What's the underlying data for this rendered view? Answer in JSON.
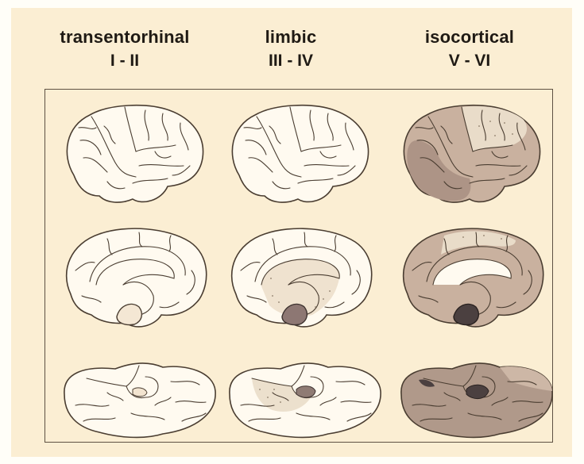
{
  "stages": [
    {
      "name": "transentorhinal",
      "range": "I - II"
    },
    {
      "name": "limbic",
      "range": "III - IV"
    },
    {
      "name": "isocortical",
      "range": "V - VI"
    }
  ],
  "views": [
    "lateral",
    "medial",
    "basal"
  ],
  "colors": {
    "background": "#fbeed3",
    "unaffected": "#fffaf0",
    "light_involvement": "#e9dcc9",
    "moderate_involvement": "#c9b19f",
    "heavy_involvement": "#a98f80",
    "entorhinal_core": "#4b4040",
    "outline": "#4a3d31"
  }
}
